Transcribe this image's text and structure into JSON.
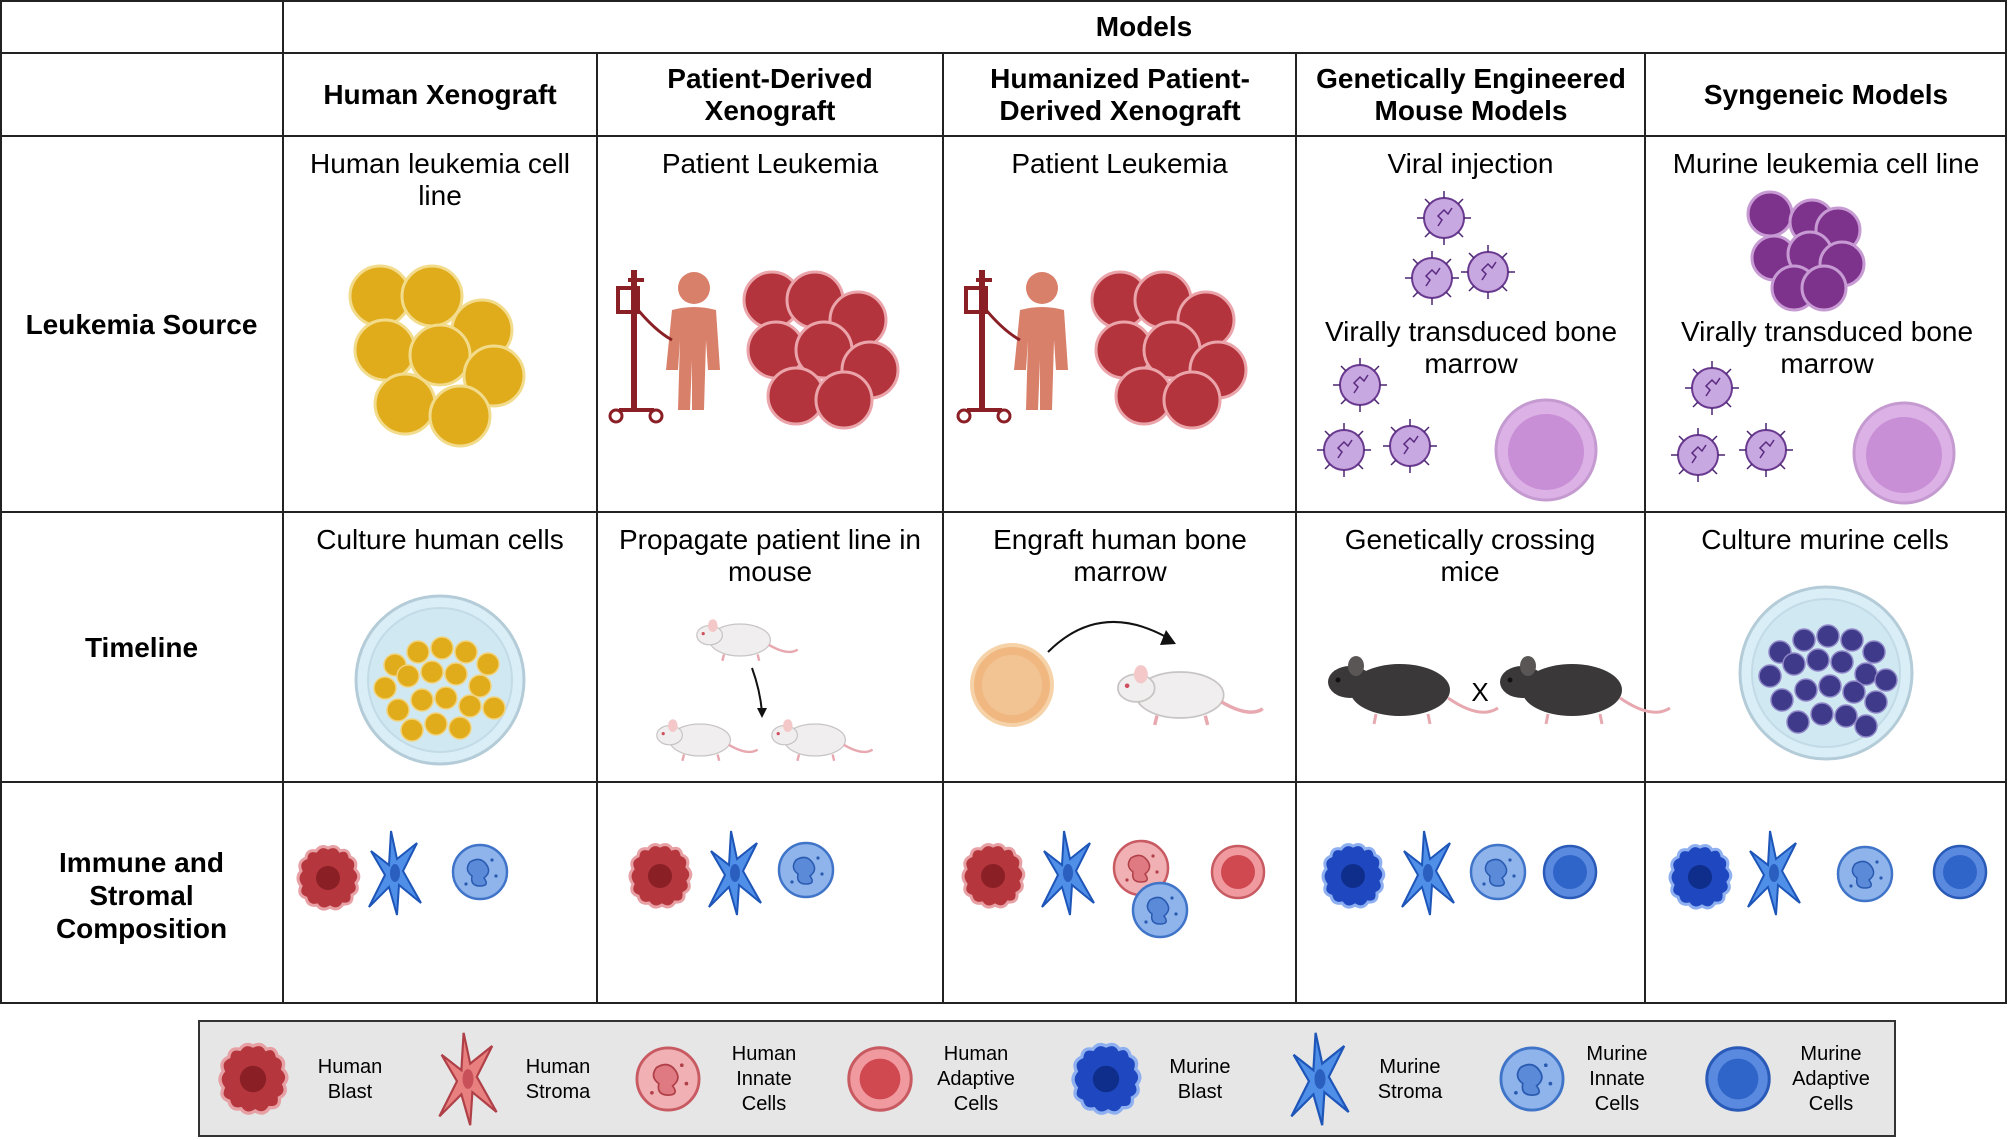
{
  "header": {
    "models": "Models"
  },
  "columns": [
    "Human Xenograft",
    "Patient-Derived Xenograft",
    "Humanized Patient-Derived Xenograft",
    "Genetically Engineered Mouse Models",
    "Syngeneic Models"
  ],
  "rows": {
    "source": "Leukemia Source",
    "timeline": "Timeline",
    "immune": "Immune and Stromal Composition"
  },
  "source_cells": {
    "c1": "Human leukemia cell line",
    "c2": "Patient Leukemia",
    "c3": "Patient Leukemia",
    "c4a": "Viral injection",
    "c4b": "Virally transduced bone marrow",
    "c5a": "Murine leukemia cell line",
    "c5b": "Virally transduced bone marrow"
  },
  "timeline_cells": {
    "c1": "Culture human cells",
    "c2": "Propagate patient line in mouse",
    "c3": "Engraft human bone marrow",
    "c4": "Genetically crossing mice",
    "c4_cross": "X",
    "c5": "Culture murine cells"
  },
  "legend": [
    {
      "label": "Human Blast",
      "icon": "human-blast-icon"
    },
    {
      "label": "Human Stroma",
      "icon": "human-stroma-icon"
    },
    {
      "label": "Human Innate Cells",
      "icon": "human-innate-cell-icon"
    },
    {
      "label": "Human Adaptive Cells",
      "icon": "human-adaptive-cell-icon"
    },
    {
      "label": "Murine Blast",
      "icon": "murine-blast-icon"
    },
    {
      "label": "Murine Stroma",
      "icon": "murine-stroma-icon"
    },
    {
      "label": "Murine Innate Cells",
      "icon": "murine-innate-cell-icon"
    },
    {
      "label": "Murine Adaptive Cells",
      "icon": "murine-adaptive-cell-icon"
    }
  ],
  "colors": {
    "human_red": "#b03a40",
    "human_pink": "#e8a0a4",
    "murine_blue": "#1f4fc4",
    "murine_light_blue": "#6fa0e0",
    "yellow": "#e0ac1c",
    "purple": "#7d3a8c",
    "legend_bg": "#e6e6e6"
  }
}
